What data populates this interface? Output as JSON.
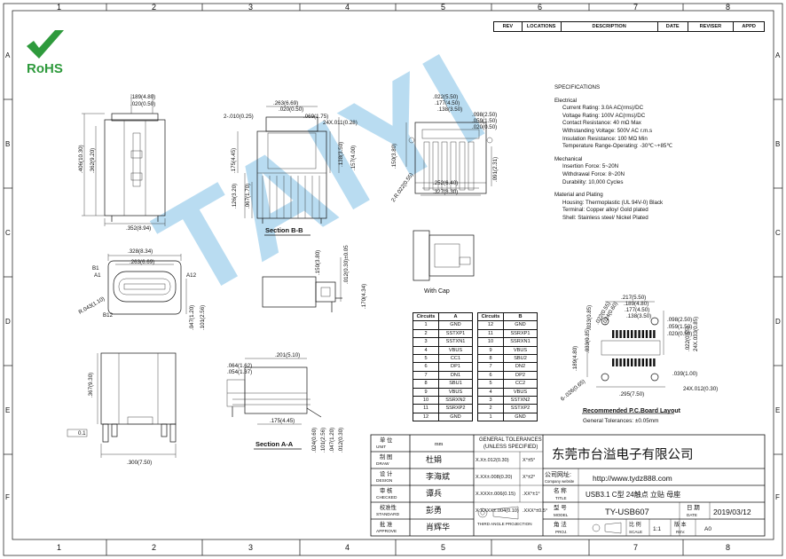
{
  "grid": {
    "columns": [
      "1",
      "2",
      "3",
      "4",
      "5",
      "6",
      "7",
      "8"
    ],
    "rows": [
      "A",
      "B",
      "C",
      "D",
      "E",
      "F"
    ]
  },
  "logo": {
    "text": "RoHS",
    "check_color": "#2e9a3c",
    "text_color": "#2e9a3c"
  },
  "watermark": "TAIYI",
  "revision_table": [
    "REV",
    "LOCATIONS",
    "DESCRIPTION",
    "DATE",
    "REVISER",
    "APPD"
  ],
  "specifications": {
    "title": "SPECIFICATIONS",
    "groups": [
      {
        "heading": "Electrical",
        "items": [
          "Current Rating: 3.0A AC(rms)/DC",
          "Voltage Rating: 100V AC(rms)/DC",
          "Contact Resistance: 40 mΩ Max",
          "Withstanding Voltage: 500V AC r.m.s",
          "Insulation Resistance: 100 MΩ Min",
          "Temperature Range-Operating: -30℃~+85℃"
        ]
      },
      {
        "heading": "Mechanical",
        "items": [
          "Insertion Force: 5~20N",
          "Withdrawal Force: 8~20N",
          "Durability: 10,000 Cycles"
        ]
      },
      {
        "heading": "Material and Plating",
        "items": [
          "Housing: Thermoplastic (UL 94V-0)   Black",
          "Terminal: Copper alloy/ Gold plated",
          "Shell: Stainless steel/ Nickel Plated"
        ]
      }
    ]
  },
  "circuits_a": {
    "headers": [
      "Circuits",
      "A"
    ],
    "rows": [
      [
        "1",
        "GND"
      ],
      [
        "2",
        "SSTXP1"
      ],
      [
        "3",
        "SSTXN1"
      ],
      [
        "4",
        "VBUS"
      ],
      [
        "5",
        "CC1"
      ],
      [
        "6",
        "DP1"
      ],
      [
        "7",
        "DN1"
      ],
      [
        "8",
        "SBU1"
      ],
      [
        "9",
        "VBUS"
      ],
      [
        "10",
        "SSRXN2"
      ],
      [
        "11",
        "SSRXP2"
      ],
      [
        "12",
        "GND"
      ]
    ]
  },
  "circuits_b": {
    "headers": [
      "Circuits",
      "B"
    ],
    "rows": [
      [
        "12",
        "GND"
      ],
      [
        "11",
        "SSRXP1"
      ],
      [
        "10",
        "SSRXN1"
      ],
      [
        "9",
        "VBUS"
      ],
      [
        "8",
        "SBU2"
      ],
      [
        "7",
        "DN2"
      ],
      [
        "6",
        "DP2"
      ],
      [
        "5",
        "CC2"
      ],
      [
        "4",
        "VBUS"
      ],
      [
        "3",
        "SSTXN2"
      ],
      [
        "2",
        "SSTXP2"
      ],
      [
        "1",
        "GND"
      ]
    ]
  },
  "labels": {
    "section_bb": "Section B-B",
    "section_aa": "Section A-A",
    "with_cap": "With Cap",
    "pcb_layout": "Recommended P.C.Board Layout",
    "pcb_tol": "General Tolerances: ±0.05mm"
  },
  "dims": {
    "top_a": ".189(4.80)",
    "top_b": ".020(0.50)",
    "h1": ".406(10.30)",
    "h2": ".362(9.20)",
    "w1": ".352(8.94)",
    "bb1": ".263(6.69)",
    "bb2": ".020(0.50)",
    "bb3": ".069(1.75)",
    "bb4": "2-.010(0.25)",
    "bb5": "24X.011(0.28)",
    "bb6": ".175(4.45)",
    "bb7": ".138(3.50)",
    "bb8": ".157(4.00)",
    "bb9": ".126(3.20)",
    "bb10": ".067(1.70)",
    "t1": ".022(5.50)",
    "t2": ".177(4.50)",
    "t3": ".138(3.50)",
    "t4": ".098(2.50)",
    "t5": ".059(1.50)",
    "t6": ".020(0.50)",
    "t7": ".150(3.80)",
    "t8": "2-R.022(0.55)",
    "t9": ".252(6.40)",
    "t10": ".327(8.30)",
    "t11": ".091(2.31)",
    "f1": ".328(8.34)",
    "f2": ".263(6.69)",
    "f3": "R.043(1.10)",
    "f4": ".047(1.20)",
    "f5": ".101(2.56)",
    "f6": "A1",
    "f7": "A12",
    "f8": "B1",
    "f9": "B12",
    "s1": ".150(3.80)",
    "s2": ".012(0.30)±0.05",
    "s3": ".170(4.34)",
    "b1": ".367(9.30)",
    "b2": ".300(7.50)",
    "b3": "0.1",
    "aa1": ".201(5.10)",
    "aa2": ".064(1.62)",
    "aa3": ".054(1.37)",
    "aa4": ".175(4.45)",
    "aa5": ".024(0.60)",
    "aa6": ".101(2.56)",
    "aa7": ".047(1.20)",
    "aa8": ".012(0.30)",
    "p1": ".217(5.50)",
    "p2": ".189(4.80)",
    "p3": ".177(4.50)",
    "p4": ".138(3.50)",
    "p5": ".098(2.50)",
    "p6": ".059(1.50)",
    "p7": ".020(0.50)",
    "p8": ".033(0.85)",
    "p9": ".022(0.55)",
    "p10": ".024(0.60)",
    "p11": ".022(0.55)",
    "p12": "24X.033(0.85)",
    "p13": ".189(4.80)",
    "p14": ".039(1.00)",
    "p15": "24X.012(0.30)",
    "p16": ".295(7.50)",
    "p17": "6-.026(0.65)",
    "p18": ".033(0.85)"
  },
  "title_block": {
    "rows": [
      {
        "cn": "单 位",
        "en": "UNIT",
        "val": "mm"
      },
      {
        "cn": "制 图",
        "en": "DRAW",
        "val": "杜娟"
      },
      {
        "cn": "设 计",
        "en": "DESIGN",
        "val": "李海斌"
      },
      {
        "cn": "审 核",
        "en": "CHECKED",
        "val": "谭兵"
      },
      {
        "cn": "校准性",
        "en": "STANDARD",
        "val": "彭勇"
      },
      {
        "cn": "批 准",
        "en": "APPROVE",
        "val": "肖辉华"
      }
    ],
    "tol_head1": "GENERAL TOLERANCES",
    "tol_head2": "(UNLESS SPECIFIED)",
    "tols": [
      [
        "X.X±.012(0.30)",
        "X°±5°"
      ],
      [
        "X.XX±.008(0.20)",
        "X°±2°"
      ],
      [
        "X.XXX±.006(0.15)",
        ".XX°±1°"
      ],
      [
        "X.XXXX±.004(0.10)",
        ".XXX°±0.5°"
      ]
    ],
    "projection": "THIRD ANGLE PROJECTION",
    "company": "东莞市台溢电子有限公司",
    "website_label_cn": "公司网址:",
    "website_label_en": "Company website",
    "website": "http://www.tydz888.com",
    "name_cn": "名 称",
    "name_en": "TITLE",
    "name_val": "USB3.1 C型 24触点 立贴 母座",
    "model_cn": "型 号",
    "model_en": "MODEL",
    "model_val": "TY-USB607",
    "date_cn": "日 期",
    "date_en": "DATE",
    "date_val": "2019/03/12",
    "proj_cn": "角 法",
    "proj_en": "PROJ.",
    "scale_cn": "比 例",
    "scale_en": "SCALE",
    "scale_val": "1:1",
    "rev_cn": "版 本",
    "rev_en": "REV.",
    "rev_val": "A0"
  }
}
